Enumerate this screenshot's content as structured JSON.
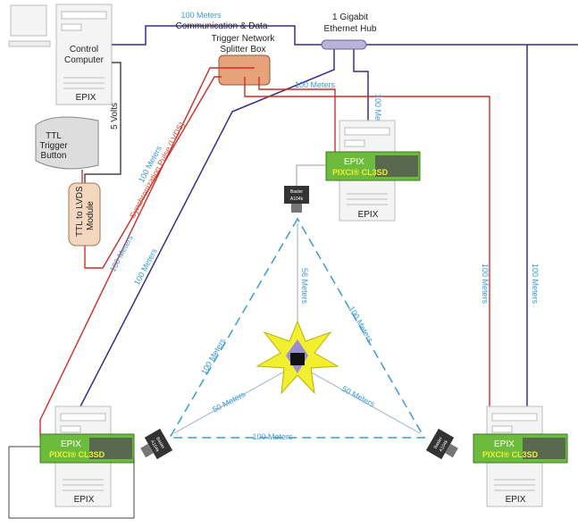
{
  "control_computer": {
    "label_line1": "Control",
    "label_line2": "Computer",
    "brand": "EPIX"
  },
  "comm_link": {
    "distance": "100 Meters",
    "label": "Communication & Data"
  },
  "hub": {
    "line1": "1 Gigabit",
    "line2": "Ethernet Hub"
  },
  "splitter": {
    "line1": "Trigger Network",
    "line2": "Splitter Box"
  },
  "trigger_button": {
    "line1": "TTL",
    "line2": "Trigger",
    "line3": "Button"
  },
  "volts": "5 Volts",
  "module": {
    "line1": "TTL to LVDS",
    "line2": "Module"
  },
  "sync": {
    "label": "Synchronization Pulse (LVDS)",
    "distance": "100 Meters"
  },
  "distances": {
    "d100": "100 Meters",
    "d50": "50 Meters",
    "d56": "56 Meters"
  },
  "card": {
    "brand": "EPIX",
    "model": "PIXCI® CL3SD"
  },
  "camera": {
    "line1": "Basler",
    "line2": "A104k"
  },
  "colors": {
    "ethernet": "#3a2d8f",
    "trigger": "#d42a2a",
    "distance": "#3a9ad9",
    "card": "#6cbb3c"
  }
}
